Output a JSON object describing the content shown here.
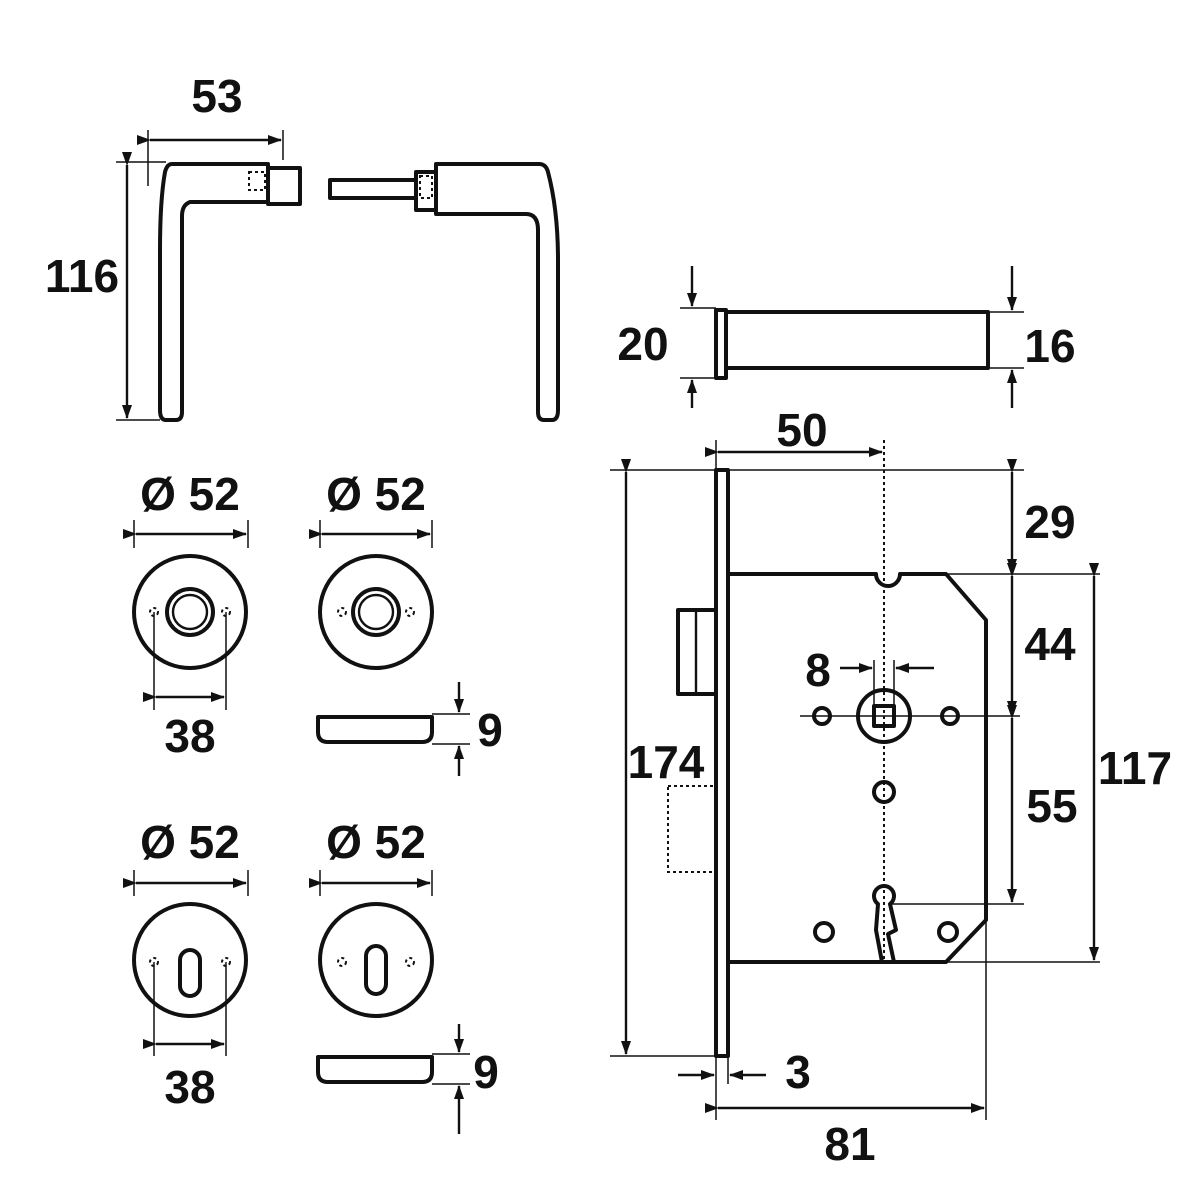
{
  "dimensions": {
    "handle_width": "53",
    "handle_height": "116",
    "spindle_diameter_outer": "20",
    "spindle_diameter_inner": "16",
    "rose_diameter_1": "Ø 52",
    "rose_diameter_2": "Ø 52",
    "rose_diameter_3": "Ø 52",
    "rose_diameter_4": "Ø 52",
    "rose_hole_spacing_1": "38",
    "rose_hole_spacing_2": "38",
    "rose_thickness_1": "9",
    "rose_thickness_2": "9",
    "lock_backset": "50",
    "lock_top_offset": "29",
    "lock_follower_offset": "44",
    "lock_spindle_square": "8",
    "lock_centre_distance": "55",
    "lock_faceplate_length": "174",
    "lock_body_height": "117",
    "lock_faceplate_thickness": "3",
    "lock_body_width": "81"
  }
}
